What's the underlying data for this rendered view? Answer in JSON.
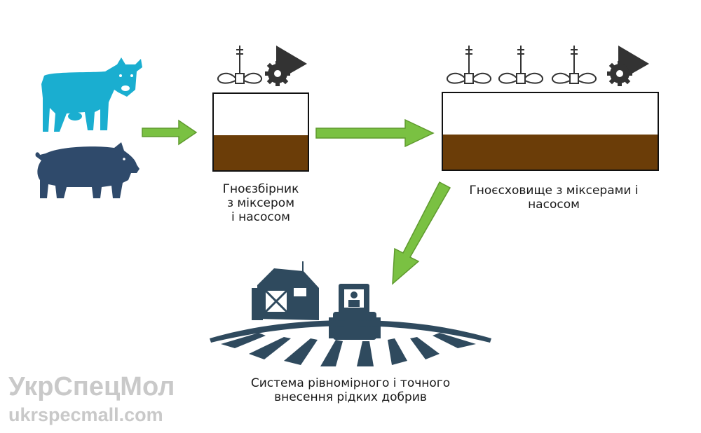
{
  "stage1": {
    "lines": [
      "Гноєзбірник",
      "з міксером",
      "і насосом"
    ]
  },
  "stage2": {
    "lines": [
      "Гноєсховище з міксерами і",
      "насосом"
    ]
  },
  "stage3": {
    "lines": [
      "Система рівномірного і точного",
      "внесення рідких добрив"
    ]
  },
  "watermark": {
    "brand": "УкрСпецМол",
    "url": "ukrspecmall.com"
  },
  "colors": {
    "cow": "#1aaed0",
    "pig": "#2f4a6b",
    "manure": "#6b3d08",
    "arrow": "#7ac142",
    "farm": "#2f4a5e",
    "icon": "#333333",
    "watermark": "#c9c9c9"
  },
  "icons": [
    "cow-icon",
    "pig-icon",
    "mixer-icon",
    "pump-gear-icon",
    "farm-tractor-icon"
  ]
}
